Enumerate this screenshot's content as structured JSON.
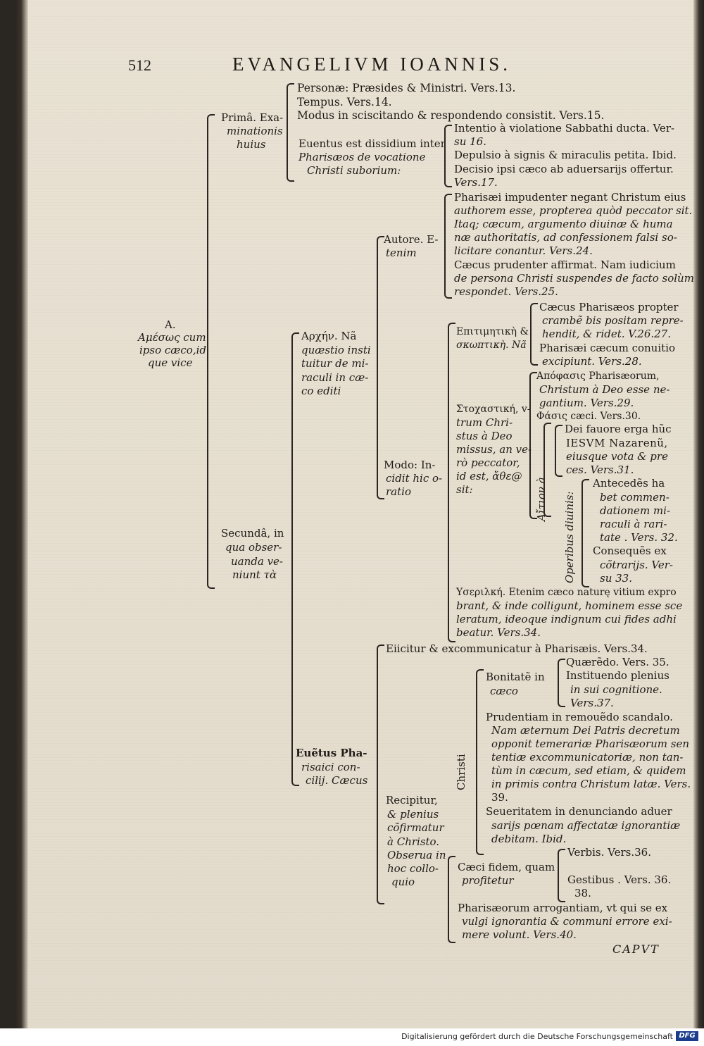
{
  "header": {
    "page_number": "512",
    "running_title": "EVANGELIVM IOANNIS."
  },
  "catchword": "CAPVT",
  "footer": {
    "credit": "Digitalisierung gefördert durch die Deutsche Forschungsgemeinschaft",
    "logo": "DFG"
  },
  "left": {
    "label": "A.",
    "l1": "Αμέσως cum",
    "l2": "ipso cæco,id",
    "l3": "que vice"
  },
  "prima": {
    "l1": "Primâ. Exa-",
    "l2": "minationis",
    "l3": "huius"
  },
  "prima_items": {
    "personae": "Personæ: Præsides & Ministri. Vers.13.",
    "tempus": "Tempus. Vers.14.",
    "modus": "Modus in sciscitando & respondendo consistit. Vers.15."
  },
  "euentus": {
    "l1": "Euentus est dissidium inter",
    "l2": "Pharisæos de vocatione",
    "l3": "Christi suborium:"
  },
  "euentus_items": {
    "intentio1": "Intentio à violatione Sabbathi ducta. Ver-",
    "intentio2": "su 16.",
    "depulsio": "Depulsio à signis & miraculis petita. Ibid.",
    "decisio1": "Decisio ipsi cæco ab aduersarijs offertur.",
    "decisio2": "Vers.17."
  },
  "secunda": {
    "l1": "Secundâ, in",
    "l2": "qua obser-",
    "l3": "uanda ve-",
    "l4": "niunt τὰ"
  },
  "archetal": {
    "l1": "Αρχήν. Nã",
    "l2": "quæstio insti",
    "l3": "tuitur de mi-",
    "l4": "raculi in cæ-",
    "l5": "co editi"
  },
  "autore": {
    "l1": "Autore. E-",
    "l2": "tenim"
  },
  "autore_items": {
    "a1": "Pharisæi impudenter negant Christum eius",
    "a2": "authorem esse, propterea quòd peccator sit.",
    "a3": "Itaq; cæcum, argumento diuinæ & huma",
    "a4": "næ authoritatis, ad confessionem falsi so-",
    "a5": "licitare conantur. Vers.24.",
    "b1": "Cæcus prudenter affirmat. Nam iudicium",
    "b2": "de persona Christi suspendes de facto solùm",
    "b3": "respondet. Vers.25."
  },
  "modo": {
    "l1": "Modo: In-",
    "l2": "cidit hic o-",
    "l3": "ratio"
  },
  "epitim": {
    "l1": "Επιτιμητικὴ &",
    "l2": "σκωπτικὴ. Nã"
  },
  "epitim_items": {
    "c1": "Cæcus Pharisæos propter",
    "c2": "crambẽ bis positam repre-",
    "c3": "hendit, & ridet. V.26.27.",
    "d1": "Pharisæi cæcum conuitio",
    "d2": "excipiunt. Vers.28."
  },
  "apophasis": {
    "l1": "Απόφασις Pharisæorum,",
    "l2": "Christum à Deo esse ne-",
    "l3": "gantium. Vers.29.",
    "l4": "Φάσις cæci. Vers.30."
  },
  "stochastike": {
    "l1": "Στοχαστική, v-",
    "l2": "trum Chri-",
    "l3": "stus à Deo",
    "l4": "missus, an ve-",
    "l5": "rò peccator,",
    "l6": "id est, ἄθε@",
    "l7": "sit:"
  },
  "aition": "Αἴτιον à",
  "operibus": "Operibus diuinis:",
  "dei": {
    "l1": "Dei fauore erga hũc",
    "l2": "IESVM Nazarenũ,",
    "l3": "eiusque vota & pre",
    "l4": "ces. Vers.31."
  },
  "antecedes": {
    "l1": "Antecedẽs ha",
    "l2": "bet commen-",
    "l3": "dationem mi-",
    "l4": "raculi à rari-",
    "l5": "tate . Vers. 32."
  },
  "consequens": {
    "l1": "Consequẽs ex",
    "l2": "cõtrarijs. Ver-",
    "l3": "su 33."
  },
  "ysterike": {
    "l1": "Υσεριλκή. Etenim cæco naturę vitium expro",
    "l2": "brant, & inde colligunt, hominem esse sce",
    "l3": "leratum, ideoque indignum cui fides adhi",
    "l4": "beatur. Vers.34."
  },
  "euetus": {
    "l1": "Euẽtus Pha-",
    "l2": "risaici con-",
    "l3": "cilij. Cæcus"
  },
  "eiicitur": "Eiicitur & excommunicatur à Pharisæis. Vers.34.",
  "recipitur": {
    "l1": "Recipitur,",
    "l2": "& plenius",
    "l3": "cõfirmatur",
    "l4": "à Christo.",
    "l5": "Obserua in",
    "l6": "hoc collo-",
    "l7": "quio"
  },
  "christi": "Christi",
  "bonitate": {
    "l1": "Bonitatẽ in",
    "l2": "cæco"
  },
  "bonitate_items": {
    "q": "Quærẽdo. Vers. 35.",
    "i1": "Instituendo plenius",
    "i2": "in sui cognitione.",
    "i3": "Vers.37."
  },
  "prudentiam": {
    "l1": "Prudentiam in remouẽdo scandalo.",
    "l2": "Nam æternum Dei Patris decretum",
    "l3": "opponit temerariæ Pharisæorum sen",
    "l4": "tentiæ excommunicatoriæ, non tan-",
    "l5": "tùm in cæcum, sed etiam, & quidem",
    "l6": "in primis contra Christum latæ. Vers.",
    "l7": "39."
  },
  "seueritatem": {
    "l1": "Seueritatem in denunciando aduer",
    "l2": "sarijs pœnam affectatæ ignorantiæ",
    "l3": "debitam. Ibid."
  },
  "caeci_fidem": {
    "l1": "Cæci fidem, quam",
    "l2": "profitetur"
  },
  "verbis": "Verbis. Vers.36.",
  "gestibus": {
    "l1": "Gestibus . Vers. 36.",
    "l2": "38."
  },
  "pharisaeorum": {
    "l1": "Pharisæorum arrogantiam, vt qui se ex",
    "l2": "vulgi ignorantia & communi errore exi-",
    "l3": "mere volunt. Vers.40."
  }
}
